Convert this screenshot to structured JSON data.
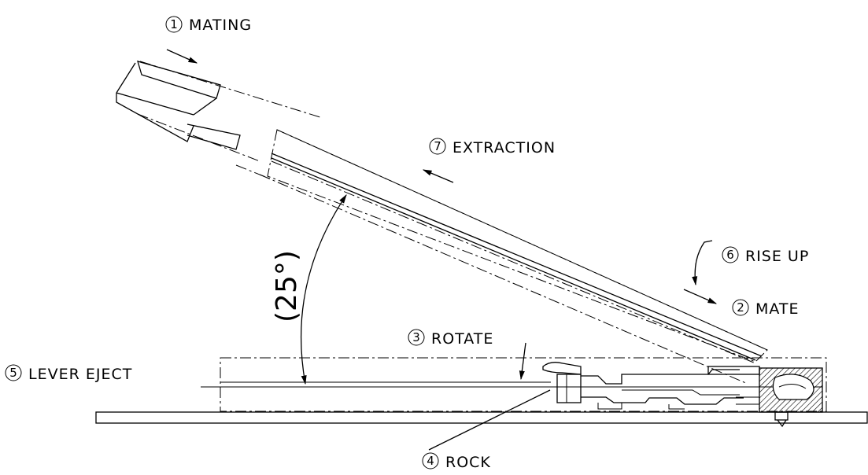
{
  "labels": [
    {
      "id": "mating",
      "num": "1",
      "text": "MATING"
    },
    {
      "id": "mate",
      "num": "2",
      "text": "MATE"
    },
    {
      "id": "rotate",
      "num": "3",
      "text": "ROTATE"
    },
    {
      "id": "rock",
      "num": "4",
      "text": "ROCK"
    },
    {
      "id": "lever-eject",
      "num": "5",
      "text": "LEVER EJECT"
    },
    {
      "id": "rise-up",
      "num": "6",
      "text": "RISE UP"
    },
    {
      "id": "extraction",
      "num": "7",
      "text": "EXTRACTION"
    }
  ],
  "angle_label": "(25°)",
  "colors": {
    "line": "#000000",
    "background": "#ffffff"
  }
}
